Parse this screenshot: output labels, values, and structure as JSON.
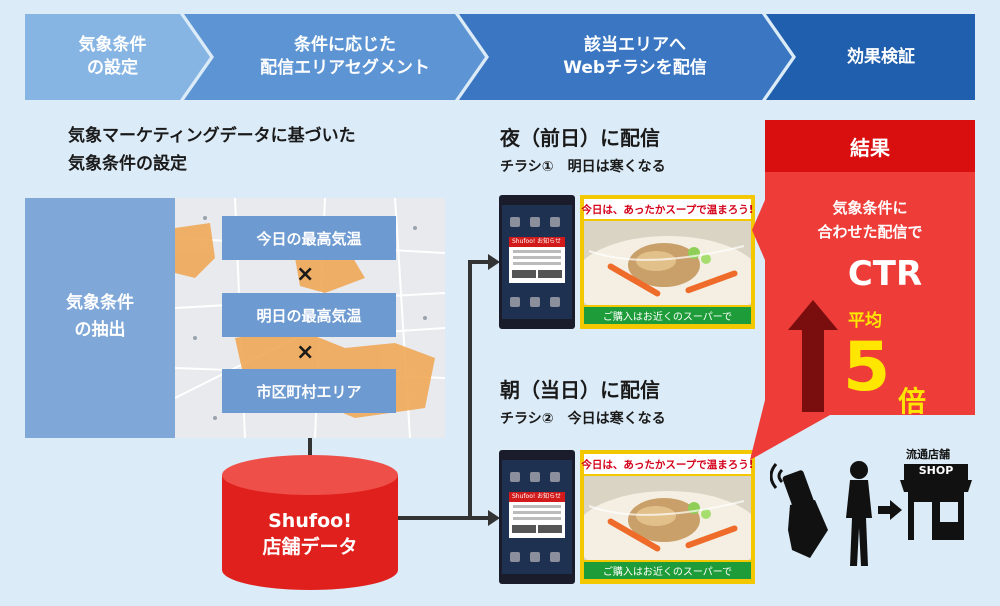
{
  "process": {
    "steps": [
      {
        "line1": "気象条件",
        "line2": "の設定"
      },
      {
        "line1": "条件に応じた",
        "line2": "配信エリアセグメント"
      },
      {
        "line1": "該当エリアへ",
        "line2": "Webチラシを配信"
      },
      {
        "line1": "効果検証",
        "line2": ""
      }
    ],
    "colors": [
      "#86b4e3",
      "#5d94d3",
      "#3a76c2",
      "#1f5fad"
    ]
  },
  "lead": {
    "line1": "気象マーケティングデータに基づいた",
    "line2": "気象条件の設定"
  },
  "extraction": {
    "label_line1": "気象条件",
    "label_line2": "の抽出",
    "conditions": [
      "今日の最高気温",
      "明日の最高気温",
      "市区町村エリア"
    ],
    "separator": "×"
  },
  "database": {
    "line1": "Shufoo!",
    "line2": "店舗データ",
    "color": "#e0201d"
  },
  "delivery": [
    {
      "title": "夜（前日）に配信",
      "subtitle": "チラシ①　明日は寒くなる"
    },
    {
      "title": "朝（当日）に配信",
      "subtitle": "チラシ②　今日は寒くなる"
    }
  ],
  "flyer": {
    "headline": "今日は、あったかスープで温まろう!",
    "footer": "ご購入はお近くのスーパーで",
    "phone_app": "Shufoo! お知らせ"
  },
  "result": {
    "title": "結果",
    "line1": "気象条件に",
    "line2": "合わせた配信で",
    "metric": "CTR",
    "average": "平均",
    "multiplier": "5",
    "unit": "倍",
    "accent_color": "#ffe600"
  },
  "store": {
    "label": "流通店舗",
    "sign": "SHOP"
  }
}
